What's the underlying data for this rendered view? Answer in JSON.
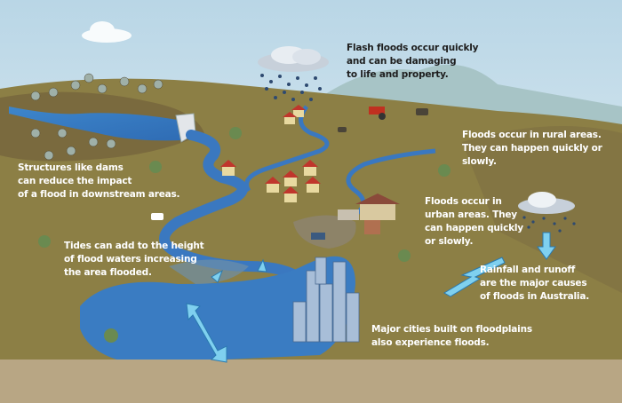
{
  "colors": {
    "sky": "#d6e8f0",
    "hills": "#8c7f45",
    "ground": "#b8a684",
    "water": "#3a78c0",
    "arrow": "#7fd0ef"
  },
  "labels": {
    "flash_floods": [
      "Flash floods occur quickly",
      "and can be damaging",
      "to life and property."
    ],
    "rural_floods": [
      "Floods occur in rural areas.",
      "They can happen quickly or",
      "slowly."
    ],
    "dams": [
      "Structures like dams",
      "can reduce the impact",
      "of a flood in downstream areas."
    ],
    "urban_floods": [
      "Floods occur in",
      "urban areas. They",
      "can happen quickly",
      "or slowly."
    ],
    "tides": [
      "Tides can add to the height",
      "of flood waters increasing",
      "the area flooded."
    ],
    "rainfall": [
      "Rainfall and runoff",
      "are the major causes",
      "of floods in Australia."
    ],
    "cities": [
      "Major cities built on floodplains",
      "also experience floods."
    ]
  },
  "icons": [
    "cloud-icon",
    "rain-icon",
    "dam-icon",
    "house-icon",
    "tree-icon",
    "cow-icon",
    "tractor-icon",
    "city-buildings-icon",
    "arrow-icon"
  ]
}
